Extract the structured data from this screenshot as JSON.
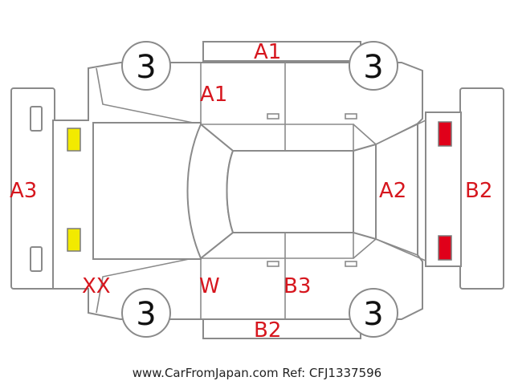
{
  "colors": {
    "damage_code": "#d6161e",
    "front_lights": "#f2ea00",
    "rear_lights": "#e0001a",
    "outline": "#8a8a8a"
  },
  "tires": {
    "front_left": "3",
    "rear_left": "3",
    "front_right": "3",
    "rear_right": "3"
  },
  "codes": {
    "top_panel": "A1",
    "front_left_fender": "A1",
    "front_bumper": "A3",
    "rear_gate": "A2",
    "rear_bumper": "B2",
    "front_right_area": "XX",
    "windshield_area": "W",
    "rear_right_door": "B3",
    "bottom_panel": "B2"
  },
  "footer": {
    "text": "www.CarFromJapan.com Ref: CFJ1337596"
  }
}
